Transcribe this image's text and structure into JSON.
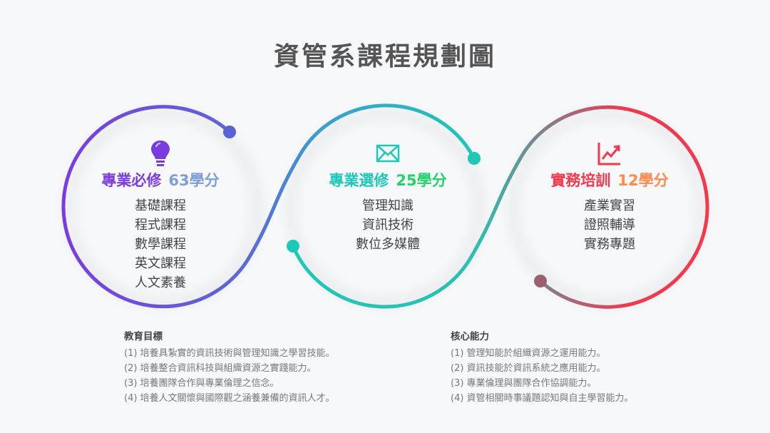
{
  "title": "資管系課程規劃圖",
  "colors": {
    "purple": "#7a3ce0",
    "blue": "#7d9fd8",
    "teal": "#1ec8b8",
    "green": "#22d36a",
    "red": "#f5384d",
    "orange": "#ff8a4c"
  },
  "blocks": [
    {
      "icon": "lightbulb-icon",
      "name": "專業必修",
      "credits": "63學分",
      "items": [
        "基礎課程",
        "程式課程",
        "數學課程",
        "英文課程",
        "人文素養"
      ]
    },
    {
      "icon": "envelope-icon",
      "name": "專業選修",
      "credits": "25學分",
      "items": [
        "管理知識",
        "資訊技術",
        "數位多媒體"
      ]
    },
    {
      "icon": "chart-up-icon",
      "name": "實務培訓",
      "credits": "12學分",
      "items": [
        "產業實習",
        "證照輔導",
        "實務專題"
      ]
    }
  ],
  "goals": {
    "heading": "教育目標",
    "items": [
      "(1) 培養具紮實的資訊技術與管理知識之學習技能。",
      "(2) 培養整合資訊科技與組織資源之實踐能力。",
      "(3) 培養團隊合作與專業倫理之信念。",
      "(4) 培養人文關懷與國際觀之涵養兼備的資訊人才。"
    ]
  },
  "core": {
    "heading": "核心能力",
    "items": [
      "(1) 管理知能於組織資源之運用能力。",
      "(2) 資訊技能於資訊系統之應用能力。",
      "(3) 專業倫理與團隊合作協調能力。",
      "(4) 資管相關時事議題認知與自主學習能力。"
    ]
  }
}
